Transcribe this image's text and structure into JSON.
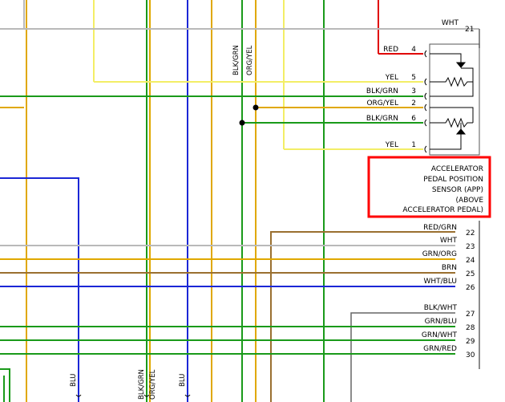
{
  "colors": {
    "yellow": "#f3ee66",
    "orange": "#e0a800",
    "green": "#1a9a1a",
    "blue": "#1b27d6",
    "gray": "#b9b9b9",
    "brown": "#9a7030",
    "red": "#e00000",
    "highlight": "#ff0000"
  },
  "top_right": {
    "wire": "WHT",
    "pin": "21"
  },
  "sensor_pins": [
    {
      "wire": "RED",
      "pin": "4"
    },
    {
      "wire": "YEL",
      "pin": "5"
    },
    {
      "wire": "BLK/GRN",
      "pin": "3"
    },
    {
      "wire": "ORG/YEL",
      "pin": "2"
    },
    {
      "wire": "BLK/GRN",
      "pin": "6"
    },
    {
      "wire": "YEL",
      "pin": "1"
    }
  ],
  "sensor_label": [
    "ACCELERATOR",
    "PEDAL POSITION",
    "SENSOR (APP)",
    "(ABOVE",
    "ACCELERATOR PEDAL)"
  ],
  "upper_vertical_labels": [
    "BLK/GRN",
    "ORG/YEL"
  ],
  "connector_pins": [
    {
      "wire": "RED/GRN",
      "pin": "22"
    },
    {
      "wire": "WHT",
      "pin": "23"
    },
    {
      "wire": "GRN/ORG",
      "pin": "24"
    },
    {
      "wire": "BRN",
      "pin": "25"
    },
    {
      "wire": "WHT/BLU",
      "pin": "26"
    },
    {
      "wire": "BLK/WHT",
      "pin": "27"
    },
    {
      "wire": "GRN/BLU",
      "pin": "28"
    },
    {
      "wire": "GRN/WHT",
      "pin": "29"
    },
    {
      "wire": "GRN/RED",
      "pin": "30"
    }
  ],
  "bottom_vertical_labels": [
    "BLU",
    "BLK/GRN",
    "ORG/YEL",
    "BLU"
  ]
}
